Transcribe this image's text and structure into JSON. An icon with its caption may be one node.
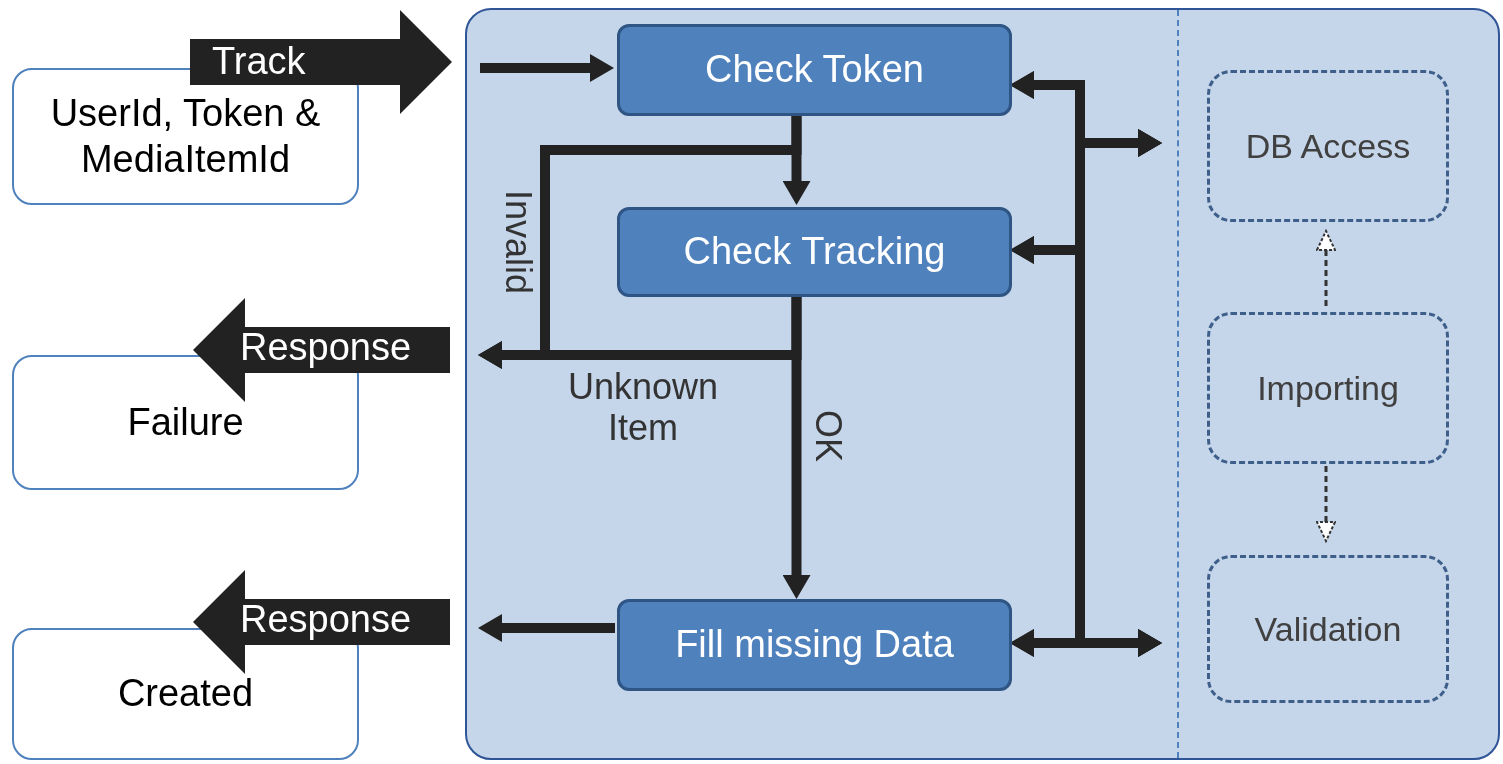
{
  "diagram": {
    "nodes": [
      {
        "text": [],
        "shape": "box"
      },
      {
        "text": [
          "UserId, Token & MediaItemId"
        ]
      },
      {
        "text": [
          "Failure"
        ]
      },
      {
        "text": [
          "Created"
        ]
      },
      {
        "text": [
          "Check Token"
        ],
        "in": 0
      },
      {
        "text": [
          "Check Tracking"
        ],
        "in": 0
      },
      {
        "text": [
          "Fill missing Data"
        ],
        "in": 0
      },
      {
        "text": [
          "DB Access"
        ],
        "in": 0
      },
      {
        "text": [
          "Importing"
        ],
        "in": 0
      },
      {
        "text": [
          "Validation"
        ],
        "in": 0
      }
    ],
    "edges": [
      {
        "from": 1,
        "to": 0,
        "arrow": "to",
        "label": "Track",
        "style": "thick"
      },
      {
        "from": null,
        "to": 4,
        "arrow": "to"
      },
      {
        "from": 4,
        "to": 5,
        "arrow": "to"
      },
      {
        "from": 4,
        "to": null,
        "arrow": "to",
        "label": "Invalid"
      },
      {
        "from": 5,
        "to": null,
        "arrow": "to",
        "label": "Unknown Item"
      },
      {
        "from": 5,
        "to": 6,
        "arrow": "to",
        "label": "OK"
      },
      {
        "from": 0,
        "to": 2,
        "arrow": "to",
        "label": "Response",
        "style": "thick"
      },
      {
        "from": 6,
        "to": null,
        "arrow": "to"
      },
      {
        "from": 0,
        "to": 3,
        "arrow": "to",
        "label": "Response",
        "style": "thick"
      },
      {
        "from": 4,
        "to": 7,
        "arrow": "both"
      },
      {
        "from": 4,
        "to": 9,
        "arrow": "both"
      },
      {
        "from": 5,
        "to": 7,
        "arrow": "both"
      },
      {
        "from": 5,
        "to": 9,
        "arrow": "both"
      },
      {
        "from": 6,
        "to": 7,
        "arrow": "both"
      },
      {
        "from": 6,
        "to": 9,
        "arrow": "both"
      },
      {
        "from": 8,
        "to": 7,
        "arrow": "to",
        "style": "dashed"
      },
      {
        "from": 8,
        "to": 9,
        "arrow": "to",
        "style": "dashed"
      }
    ]
  }
}
